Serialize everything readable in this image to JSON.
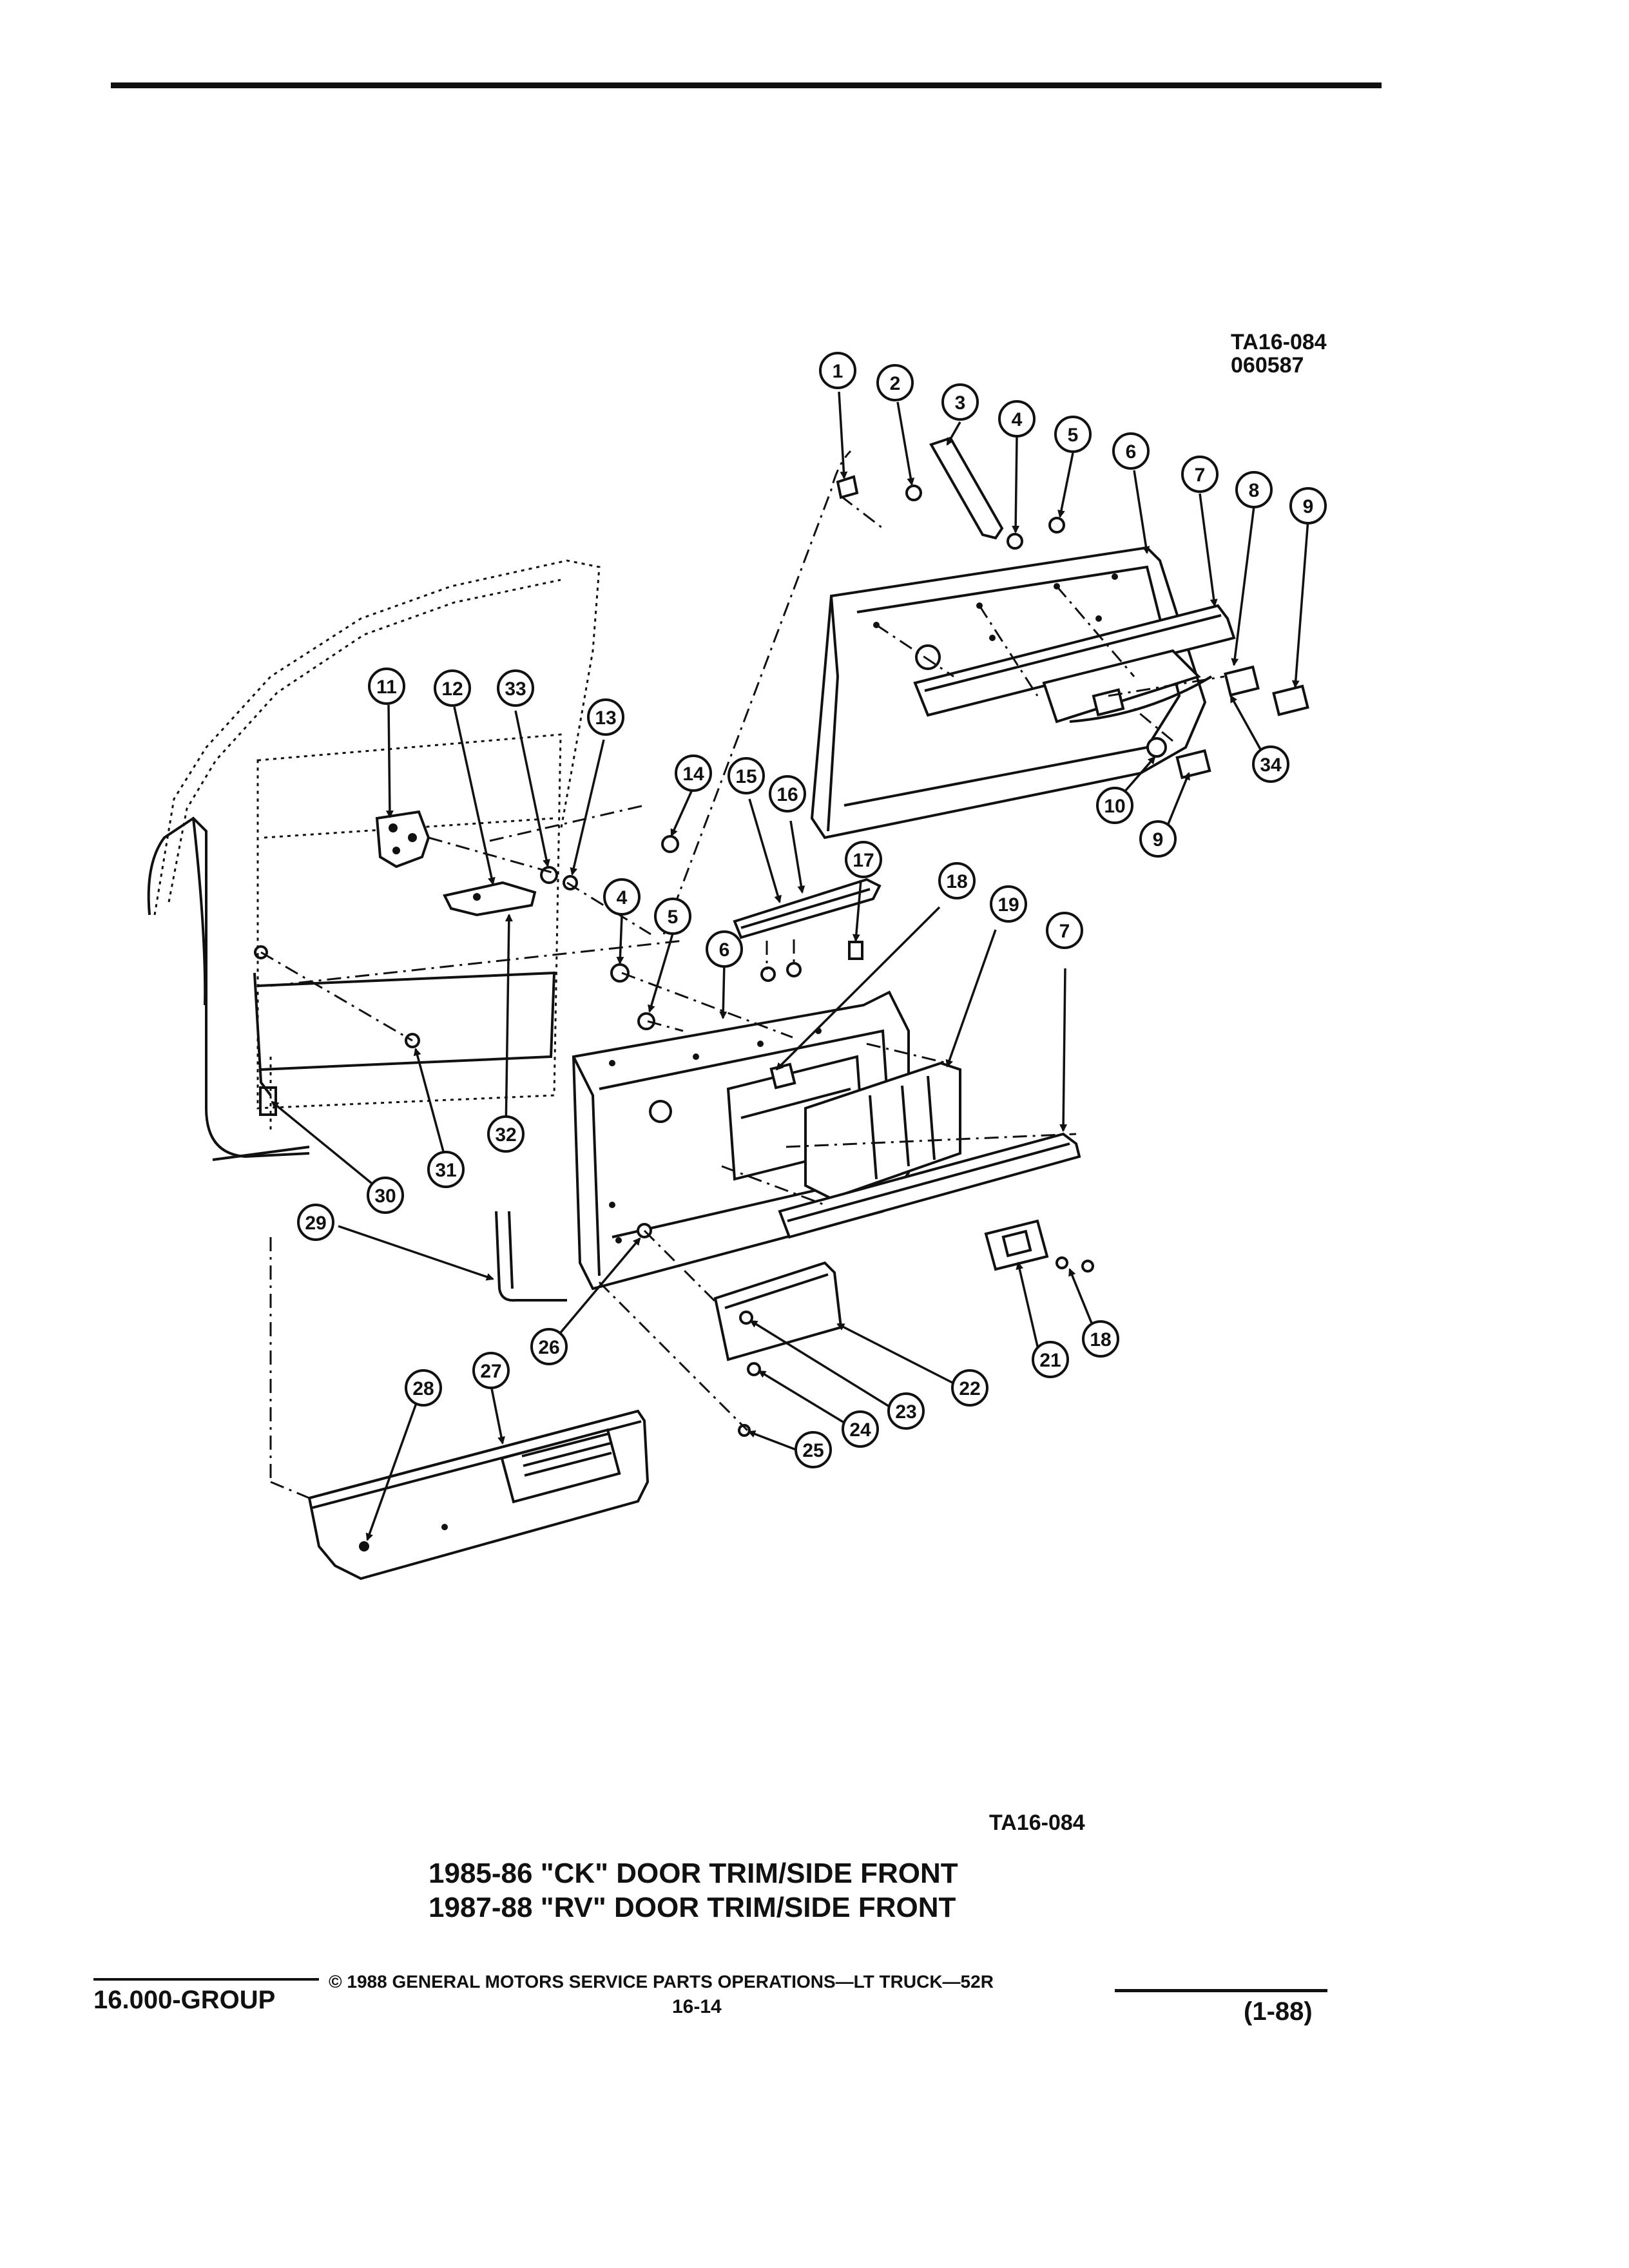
{
  "drawing_ref_top": "TA16-084",
  "drawing_date": "060587",
  "drawing_ref_bottom": "TA16-084",
  "title_line_1": "1985-86 \"CK\" DOOR TRIM/SIDE FRONT",
  "title_line_2": "1987-88 \"RV\" DOOR TRIM/SIDE FRONT",
  "footer": {
    "group": "16.000-GROUP",
    "copyright": "©  1988  GENERAL MOTORS SERVICE PARTS OPERATIONS—LT TRUCK—52R",
    "page": "16-14",
    "revision": "(1-88)"
  },
  "callouts": [
    {
      "id": "c1",
      "label": "1"
    },
    {
      "id": "c2",
      "label": "2"
    },
    {
      "id": "c3",
      "label": "3"
    },
    {
      "id": "c4a",
      "label": "4"
    },
    {
      "id": "c5a",
      "label": "5"
    },
    {
      "id": "c6a",
      "label": "6"
    },
    {
      "id": "c7a",
      "label": "7"
    },
    {
      "id": "c8",
      "label": "8"
    },
    {
      "id": "c9a",
      "label": "9"
    },
    {
      "id": "c10",
      "label": "10"
    },
    {
      "id": "c9b",
      "label": "9"
    },
    {
      "id": "c34",
      "label": "34"
    },
    {
      "id": "c11",
      "label": "11"
    },
    {
      "id": "c12",
      "label": "12"
    },
    {
      "id": "c33",
      "label": "33"
    },
    {
      "id": "c13",
      "label": "13"
    },
    {
      "id": "c14",
      "label": "14"
    },
    {
      "id": "c15",
      "label": "15"
    },
    {
      "id": "c16",
      "label": "16"
    },
    {
      "id": "c17",
      "label": "17"
    },
    {
      "id": "c18a",
      "label": "18"
    },
    {
      "id": "c19",
      "label": "19"
    },
    {
      "id": "c7b",
      "label": "7"
    },
    {
      "id": "c4b",
      "label": "4"
    },
    {
      "id": "c5b",
      "label": "5"
    },
    {
      "id": "c6b",
      "label": "6"
    },
    {
      "id": "c32",
      "label": "32"
    },
    {
      "id": "c31",
      "label": "31"
    },
    {
      "id": "c30",
      "label": "30"
    },
    {
      "id": "c29",
      "label": "29"
    },
    {
      "id": "c26",
      "label": "26"
    },
    {
      "id": "c21",
      "label": "21"
    },
    {
      "id": "c18b",
      "label": "18"
    },
    {
      "id": "c22",
      "label": "22"
    },
    {
      "id": "c23",
      "label": "23"
    },
    {
      "id": "c24",
      "label": "24"
    },
    {
      "id": "c25",
      "label": "25"
    },
    {
      "id": "c28",
      "label": "28"
    },
    {
      "id": "c27",
      "label": "27"
    }
  ]
}
